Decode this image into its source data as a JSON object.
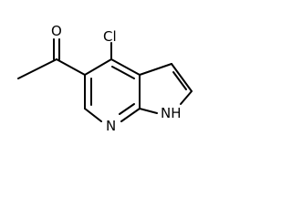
{
  "molecule": {
    "atoms": {
      "oxygen": "O",
      "chlorine": "Cl",
      "ring_nitrogen": "N",
      "pyrrole_nh": "NH"
    },
    "colors": {
      "bond": "#000000",
      "text": "#000000",
      "background": "#ffffff"
    }
  }
}
